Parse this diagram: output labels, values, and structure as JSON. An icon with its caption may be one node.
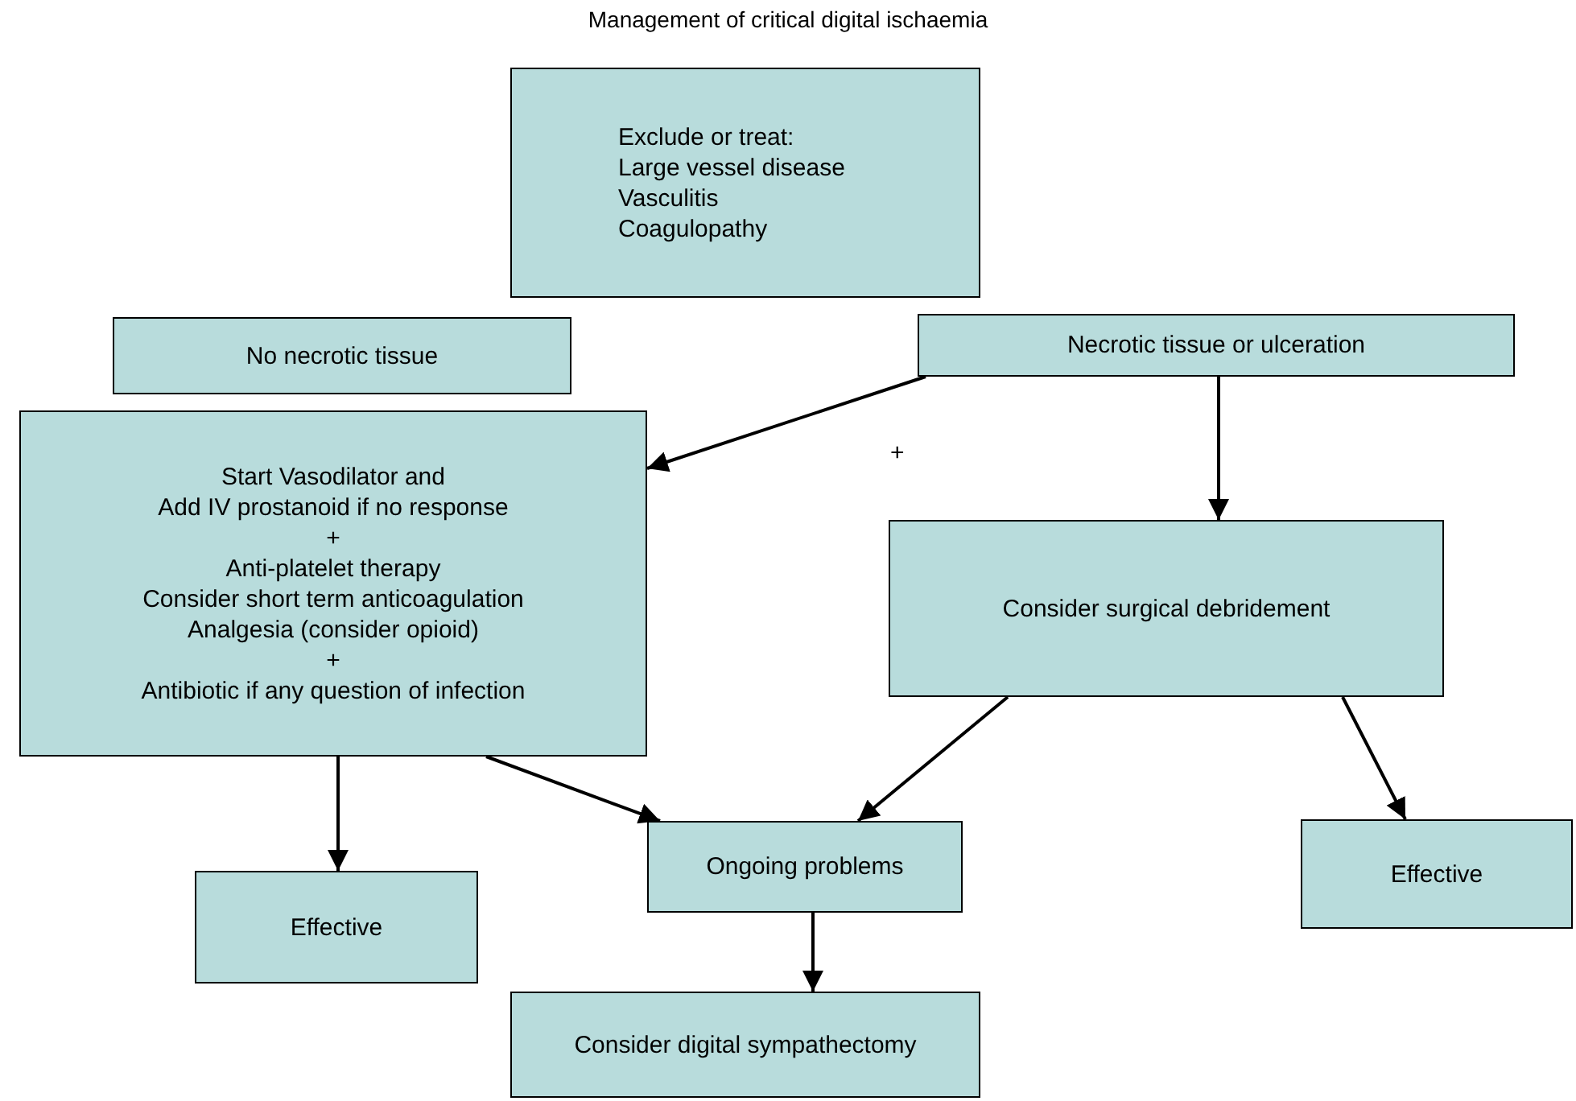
{
  "diagram": {
    "title": "Management of critical digital ischaemia",
    "nodes": [
      {
        "text": [
          "Exclude or treat:",
          "Large vessel disease",
          "Vasculitis",
          "Coagulopathy"
        ]
      },
      {
        "text": [
          "No necrotic tissue"
        ]
      },
      {
        "text": [
          "Necrotic tissue or ulceration"
        ]
      },
      {
        "text": [
          "Start Vasodilator and",
          "Add IV prostanoid if no response",
          "+",
          "Anti-platelet therapy",
          "Consider short term anticoagulation",
          "Analgesia (consider opioid)",
          "+",
          "Antibiotic if any question of infection"
        ]
      },
      {
        "text": [
          "Consider surgical debridement"
        ]
      },
      {
        "text": [
          "Ongoing problems"
        ]
      },
      {
        "text": [
          "Effective"
        ]
      },
      {
        "text": [
          "Effective"
        ]
      },
      {
        "text": [
          "Consider digital sympathectomy"
        ]
      }
    ],
    "edges": [
      {
        "from": 2,
        "to": 3,
        "arrow": "to"
      },
      {
        "from": 2,
        "to": 4,
        "arrow": "to"
      },
      {
        "from": 4,
        "to": 5,
        "arrow": "to"
      },
      {
        "from": 4,
        "to": 6,
        "arrow": "to"
      },
      {
        "from": 3,
        "to": 7,
        "arrow": "to"
      },
      {
        "from": 3,
        "to": 5,
        "arrow": "to"
      },
      {
        "from": 5,
        "to": 8,
        "arrow": "to"
      }
    ],
    "labels": [
      "+"
    ]
  }
}
